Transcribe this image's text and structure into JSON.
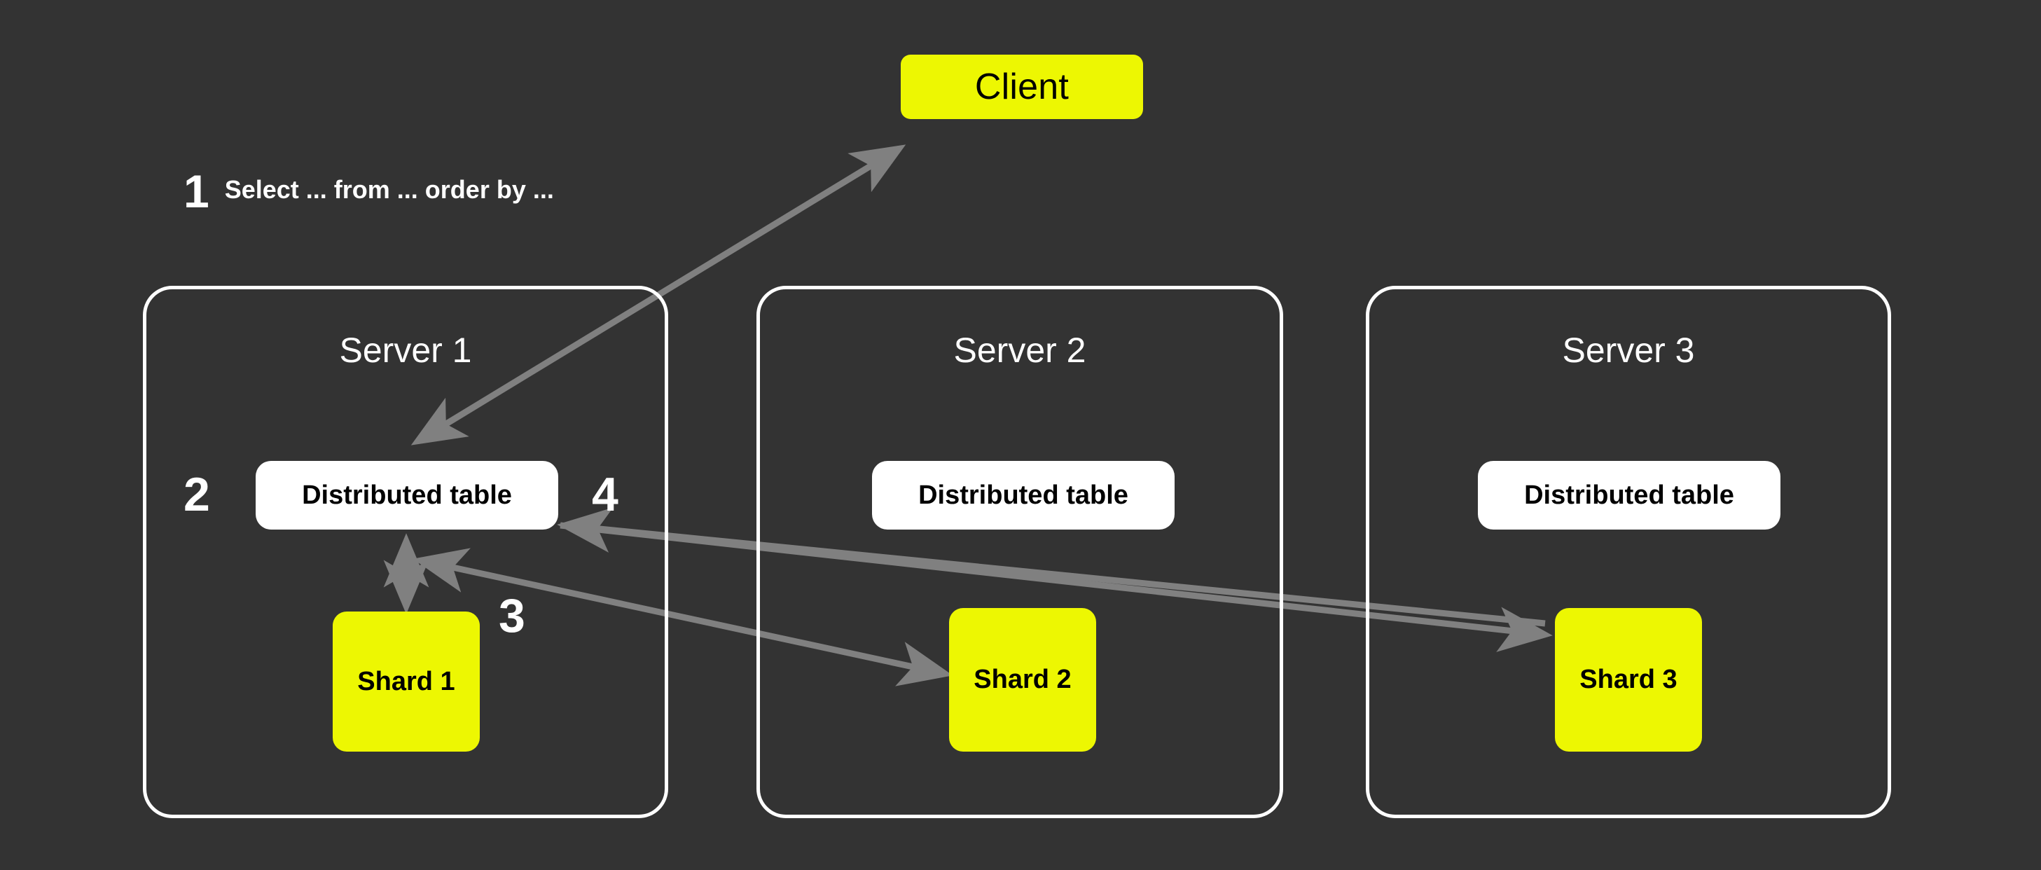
{
  "diagram": {
    "title": "Distributed table query flow across sharded servers",
    "background_color": "#333333",
    "accent_color": "#EDF702",
    "panel_border_color": "#FFFFFF",
    "arrow_color": "#808080",
    "client": {
      "label": "Client"
    },
    "step_caption": {
      "number": "1",
      "text": "Select ... from ... order by ..."
    },
    "step_numbers": [
      {
        "id": "step-2",
        "label": "2"
      },
      {
        "id": "step-3",
        "label": "3"
      },
      {
        "id": "step-4",
        "label": "4"
      }
    ],
    "servers": [
      {
        "title": "Server 1",
        "distributed_table": "Distributed table",
        "shard": "Shard 1"
      },
      {
        "title": "Server 2",
        "distributed_table": "Distributed table",
        "shard": "Shard 2"
      },
      {
        "title": "Server 3",
        "distributed_table": "Distributed table",
        "shard": "Shard 3"
      }
    ]
  }
}
